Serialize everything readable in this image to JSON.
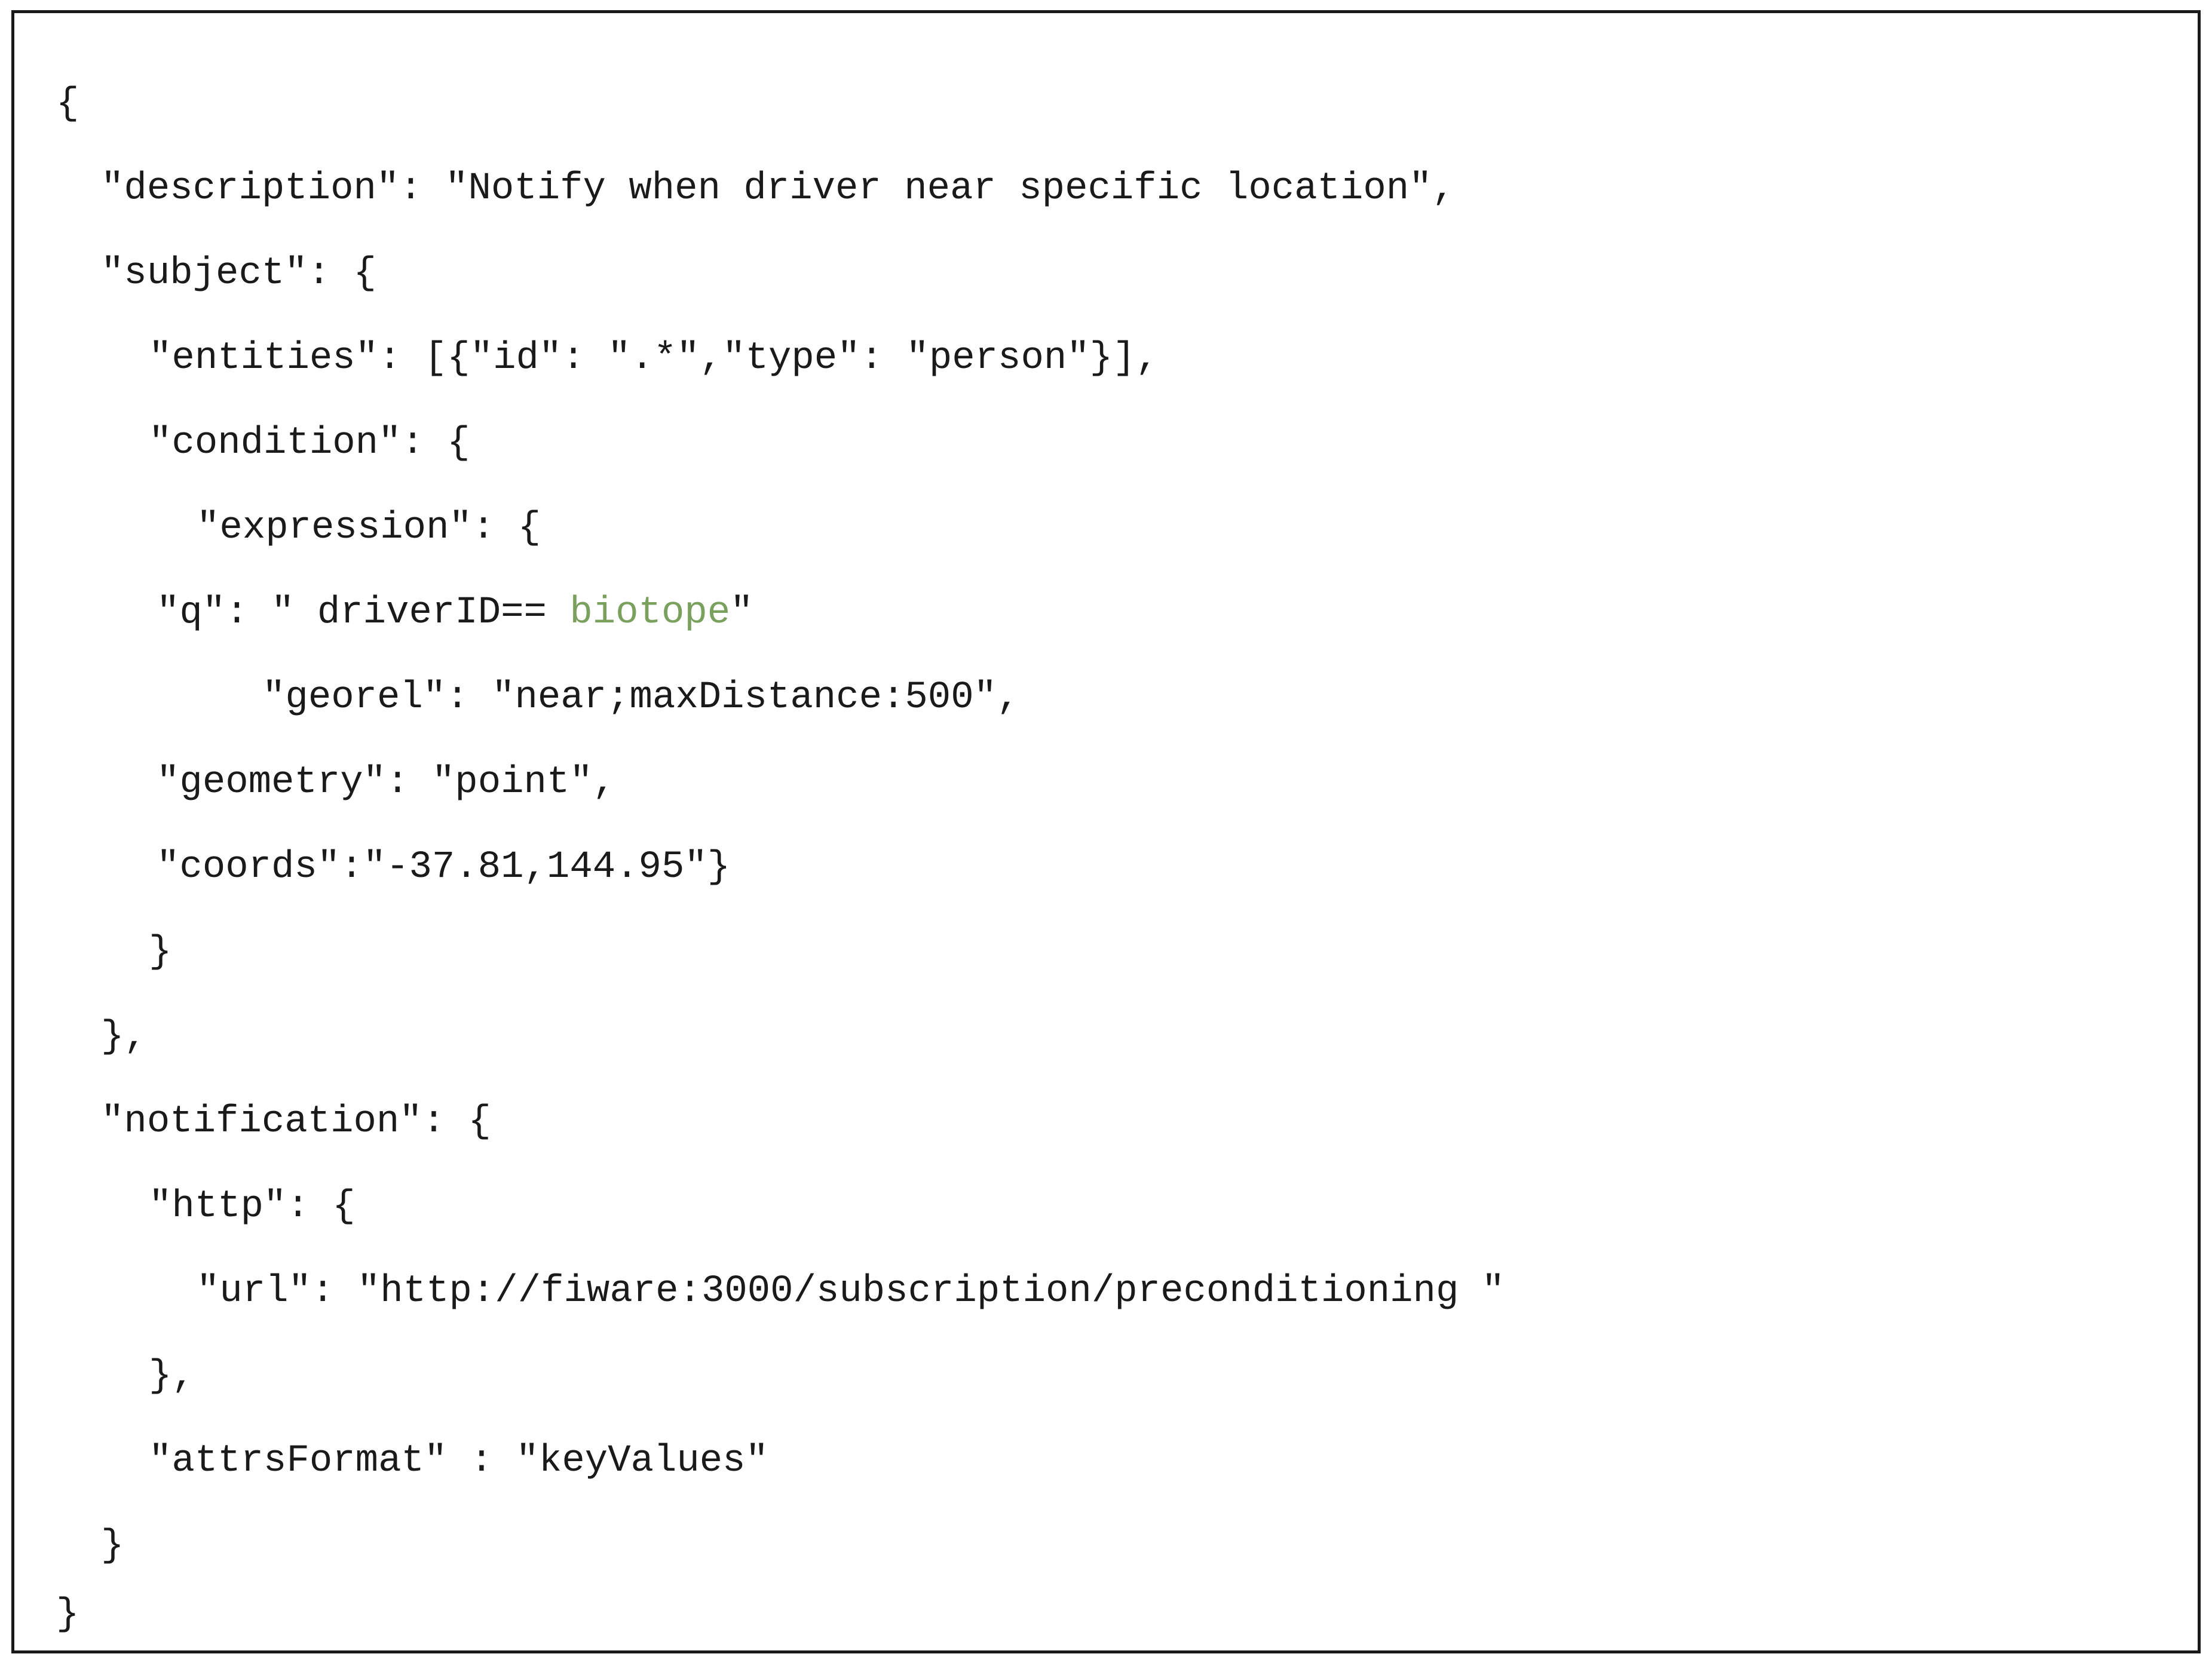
{
  "document": {
    "highlight_color": "#7aa05e",
    "lines": [
      {
        "text": "{"
      },
      {
        "text": "\"description\": \"Notify when driver near specific location\","
      },
      {
        "text": "\"subject\": {"
      },
      {
        "text": "\"entities\": [{\"id\": \".*\",\"type\": \"person\"}],"
      },
      {
        "text": "\"condition\": {"
      },
      {
        "text": "\"expression\": {"
      },
      {
        "text": "\"q\": \" driverID== ",
        "highlight": "biotope",
        "suffix": "\""
      },
      {
        "text": "\"georel\": \"near;maxDistance:500\","
      },
      {
        "text": "\"geometry\": \"point\","
      },
      {
        "text": "\"coords\":\"-37.81,144.95\"}"
      },
      {
        "text": "}"
      },
      {
        "text": "},"
      },
      {
        "text": "\"notification\": {"
      },
      {
        "text": "\"http\": {"
      },
      {
        "text": "\"url\": \"http://fiware:3000/subscription/preconditioning \""
      },
      {
        "text": "},"
      },
      {
        "text": "\"attrsFormat\" : \"keyValues\""
      },
      {
        "text": "}"
      },
      {
        "text": "}"
      }
    ]
  }
}
